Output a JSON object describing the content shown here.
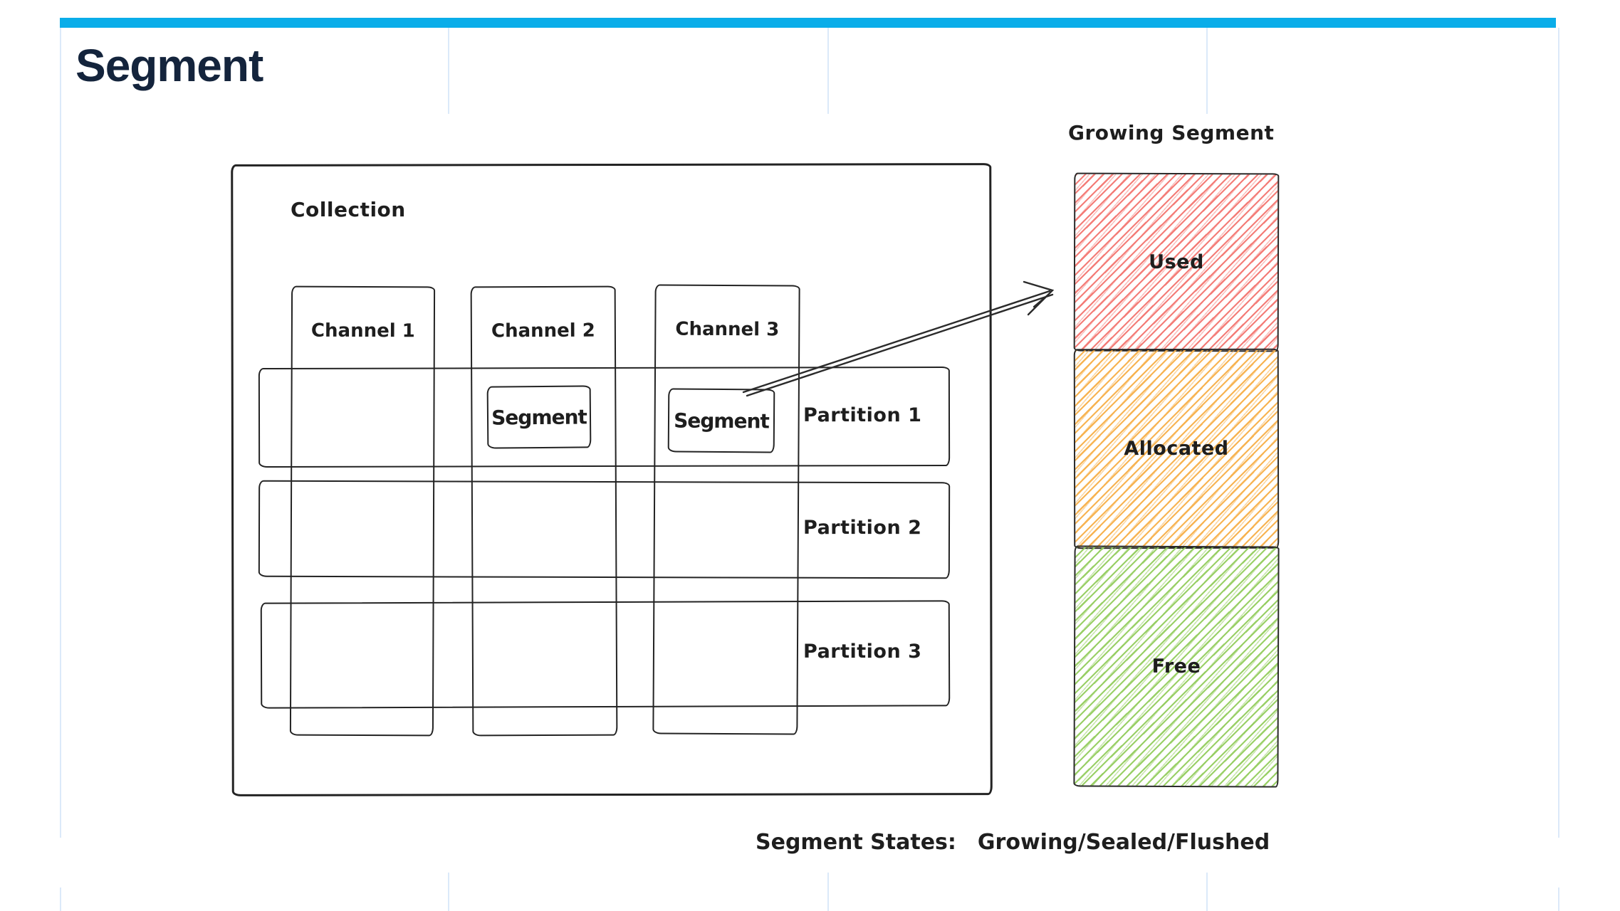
{
  "page": {
    "title": "Segment"
  },
  "theme": {
    "accent_bar_color": "#0aade9",
    "title_color": "#14243c",
    "sketch_ink_color": "#232323",
    "guide_line_color": "#dbe9f9"
  },
  "collection": {
    "label": "Collection"
  },
  "channels": [
    {
      "label": "Channel 1"
    },
    {
      "label": "Channel 2"
    },
    {
      "label": "Channel 3"
    }
  ],
  "partitions": [
    {
      "label": "Partition 1"
    },
    {
      "label": "Partition 2"
    },
    {
      "label": "Partition 3"
    }
  ],
  "segments": [
    {
      "label": "Segment"
    },
    {
      "label": "Segment"
    }
  ],
  "growing_segment": {
    "title": "Growing Segment",
    "blocks": [
      {
        "label": "Used",
        "hatch_color": "#f37671"
      },
      {
        "label": "Allocated",
        "hatch_color": "#f7b04a"
      },
      {
        "label": "Free",
        "hatch_color": "#94cd5f"
      }
    ]
  },
  "caption": {
    "prefix": "Segment States:",
    "value": "Growing/Sealed/Flushed"
  }
}
